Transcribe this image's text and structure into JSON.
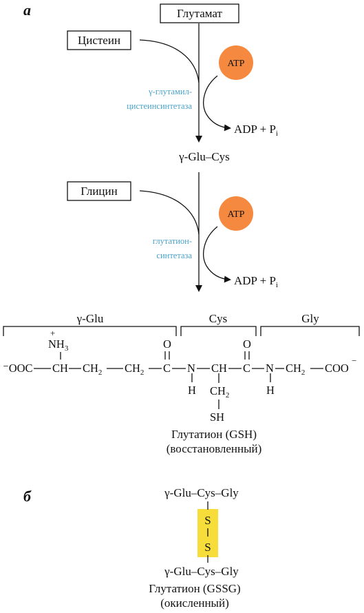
{
  "panel_a": "а",
  "panel_b": "б",
  "top_box": "Глутамат",
  "step1": {
    "substrate": "Цистеин",
    "cofactor": "ATP",
    "enzyme_line1": "γ-глутамил-",
    "enzyme_line2": "цистеинсинтетаза",
    "byproduct": "ADP + P",
    "byproduct_sub": "i",
    "product": "γ-Glu–Cys"
  },
  "step2": {
    "substrate": "Глицин",
    "cofactor": "ATP",
    "enzyme_line1": "глутатион-",
    "enzyme_line2": "синтетаза",
    "byproduct": "ADP + P",
    "byproduct_sub": "i"
  },
  "structure": {
    "seg_glu": "γ-Glu",
    "seg_cys": "Cys",
    "seg_gly": "Gly",
    "left_end": "⁻OOC",
    "ch": "CH",
    "ch2": "CH",
    "two": "2",
    "c": "C",
    "n": "N",
    "h": "H",
    "o": "O",
    "coo": "COO",
    "minus": "−",
    "plus": "+",
    "nh3": "NH",
    "three": "3",
    "sh": "SH",
    "name_line1": "Глутатион (GSH)",
    "name_line2": "(восстановленный)"
  },
  "panel_b_content": {
    "top_chain": "γ-Glu–Cys–Gly",
    "s1": "S",
    "s2": "S",
    "bottom_chain": "γ-Glu–Cys–Gly",
    "name_line1": "Глутатион (GSSG)",
    "name_line2": "(окисленный)"
  },
  "colors": {
    "atp_fill": "#f4893f",
    "enzyme_text": "#4aa3c9",
    "disulfide_highlight": "#f7dd3a"
  }
}
